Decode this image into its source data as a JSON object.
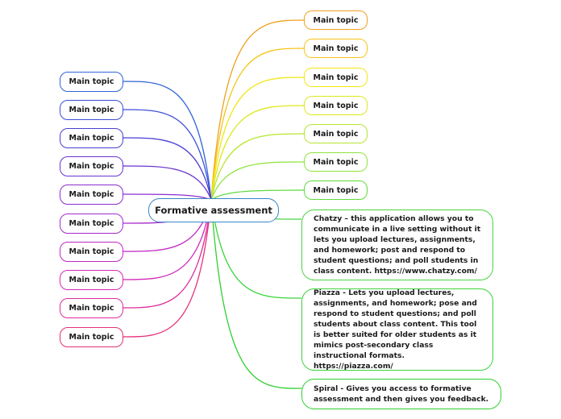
{
  "central": {
    "label": "Formative assessment",
    "color": "#3a86c8"
  },
  "right_topics": [
    {
      "label": "Main topic",
      "color": "#f0a020"
    },
    {
      "label": "Main topic",
      "color": "#f5c418"
    },
    {
      "label": "Main topic",
      "color": "#f2e612"
    },
    {
      "label": "Main topic",
      "color": "#dde81c"
    },
    {
      "label": "Main topic",
      "color": "#b6e630"
    },
    {
      "label": "Main topic",
      "color": "#8ee43c"
    },
    {
      "label": "Main topic",
      "color": "#5edc3c"
    }
  ],
  "notes": [
    {
      "text": "Chatzy – this application allows you to communicate in a live setting without it lets you upload lectures, assignments, and homework; post and respond to student questions; and poll students in class content. https://www.chatzy.com/",
      "color": "#4ad440"
    },
    {
      "text": "Piazza - Lets you upload lectures, assignments, and homework; pose and respond to student questions; and poll students about class content. This tool is better suited for older students as it mimics post-secondary class instructional formats. https://piazza.com/",
      "color": "#3ad43a"
    },
    {
      "text": "Spiral - Gives you access to formative assessment and then gives you feedback.",
      "color": "#30d030"
    }
  ],
  "left_topics": [
    {
      "label": "Main topic",
      "color": "#2f63d8"
    },
    {
      "label": "Main topic",
      "color": "#3a4fd8"
    },
    {
      "label": "Main topic",
      "color": "#4a3fd4"
    },
    {
      "label": "Main topic",
      "color": "#6a34d0"
    },
    {
      "label": "Main topic",
      "color": "#8a2ed0"
    },
    {
      "label": "Main topic",
      "color": "#a62acc"
    },
    {
      "label": "Main topic",
      "color": "#bf28c4"
    },
    {
      "label": "Main topic",
      "color": "#d22ab8"
    },
    {
      "label": "Main topic",
      "color": "#de2c9c"
    },
    {
      "label": "Main topic",
      "color": "#e43078"
    }
  ]
}
